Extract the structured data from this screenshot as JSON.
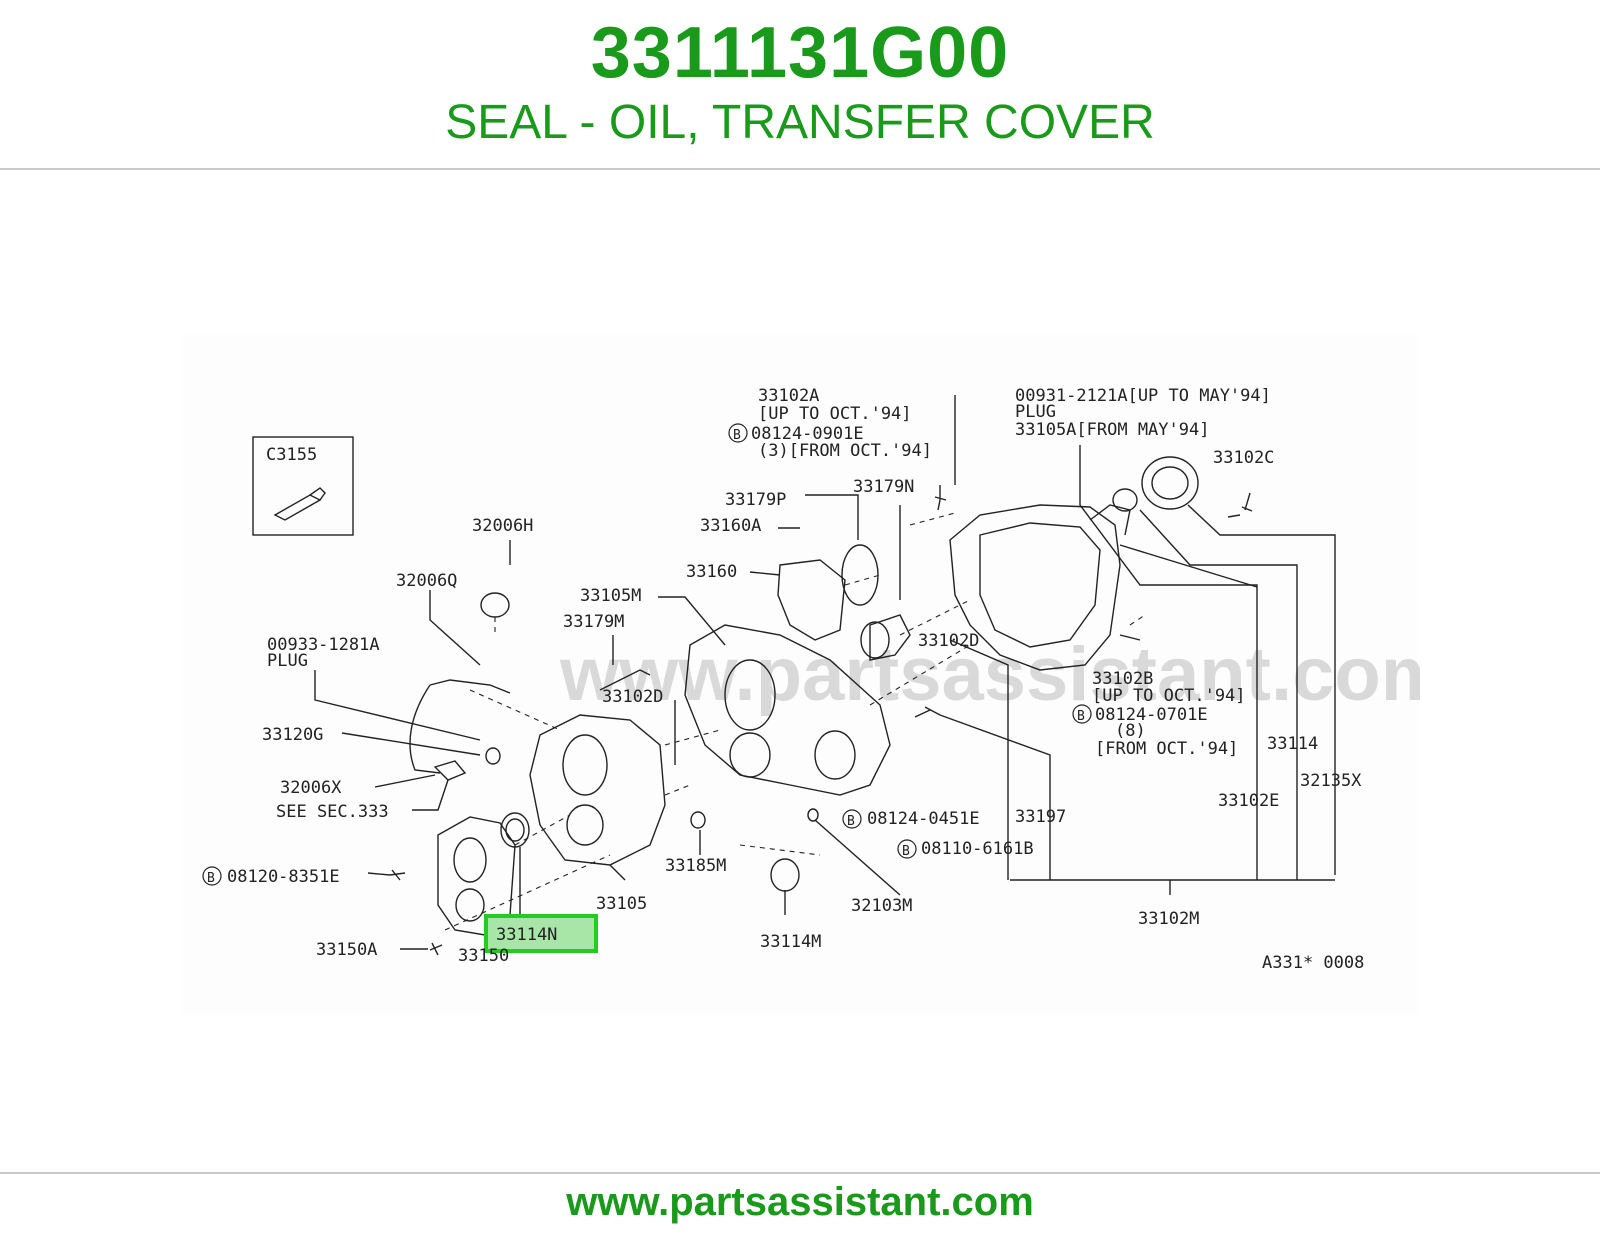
{
  "header": {
    "part_number": "3311131G00",
    "part_name": "SEAL - OIL, TRANSFER COVER"
  },
  "diagram": {
    "watermark": "www.partsassistant.com",
    "figure_code": "A331* 0008",
    "highlighted_part": "33114N",
    "inset_label": "C3155",
    "labels": {
      "l33102A": "33102A",
      "l33102A_note1": "[UP TO OCT.'94]",
      "l08124_0901E": "08124-0901E",
      "l08124_0901E_note": "(3)[FROM OCT.'94]",
      "l00931": "00931-2121A[UP TO MAY'94]",
      "l00931_plug": "PLUG",
      "l33105A": "33105A[FROM MAY'94]",
      "l33102C": "33102C",
      "l33179P": "33179P",
      "l33179N": "33179N",
      "l33160A": "33160A",
      "l33160": "33160",
      "l32006H": "32006H",
      "l32006Q": "32006Q",
      "l33105M": "33105M",
      "l33179M": "33179M",
      "l00933": "00933-1281A",
      "l00933_plug": "PLUG",
      "l33102D_a": "33102D",
      "l33102D_b": "33102D",
      "l33102B": "33102B",
      "l33102B_note": "[UP TO OCT.'94]",
      "l08124_0701E": "08124-0701E",
      "l08124_0701E_qty": "(8)",
      "l08124_0701E_note": "[FROM OCT.'94]",
      "l33114": "33114",
      "l32135X": "32135X",
      "l33120G": "33120G",
      "l32006X": "32006X",
      "l see_sec": "SEE SEC.333",
      "l33102E": "33102E",
      "l08124_0451E": "08124-0451E",
      "l33197": "33197",
      "l08110_6161B": "08110-6161B",
      "l33185M": "33185M",
      "l08120_8351E": "08120-8351E",
      "l33105": "33105",
      "l32103M": "32103M",
      "l33102M": "33102M",
      "l33114M": "33114M",
      "l33150A": "33150A",
      "l33150": "33150",
      "bolt_symbol": "B"
    }
  },
  "footer": {
    "url": "www.partsassistant.com"
  },
  "colors": {
    "brand_green": "#1a9a1a",
    "highlight_fill": "#a8e6a8",
    "highlight_border": "#22cc22"
  }
}
